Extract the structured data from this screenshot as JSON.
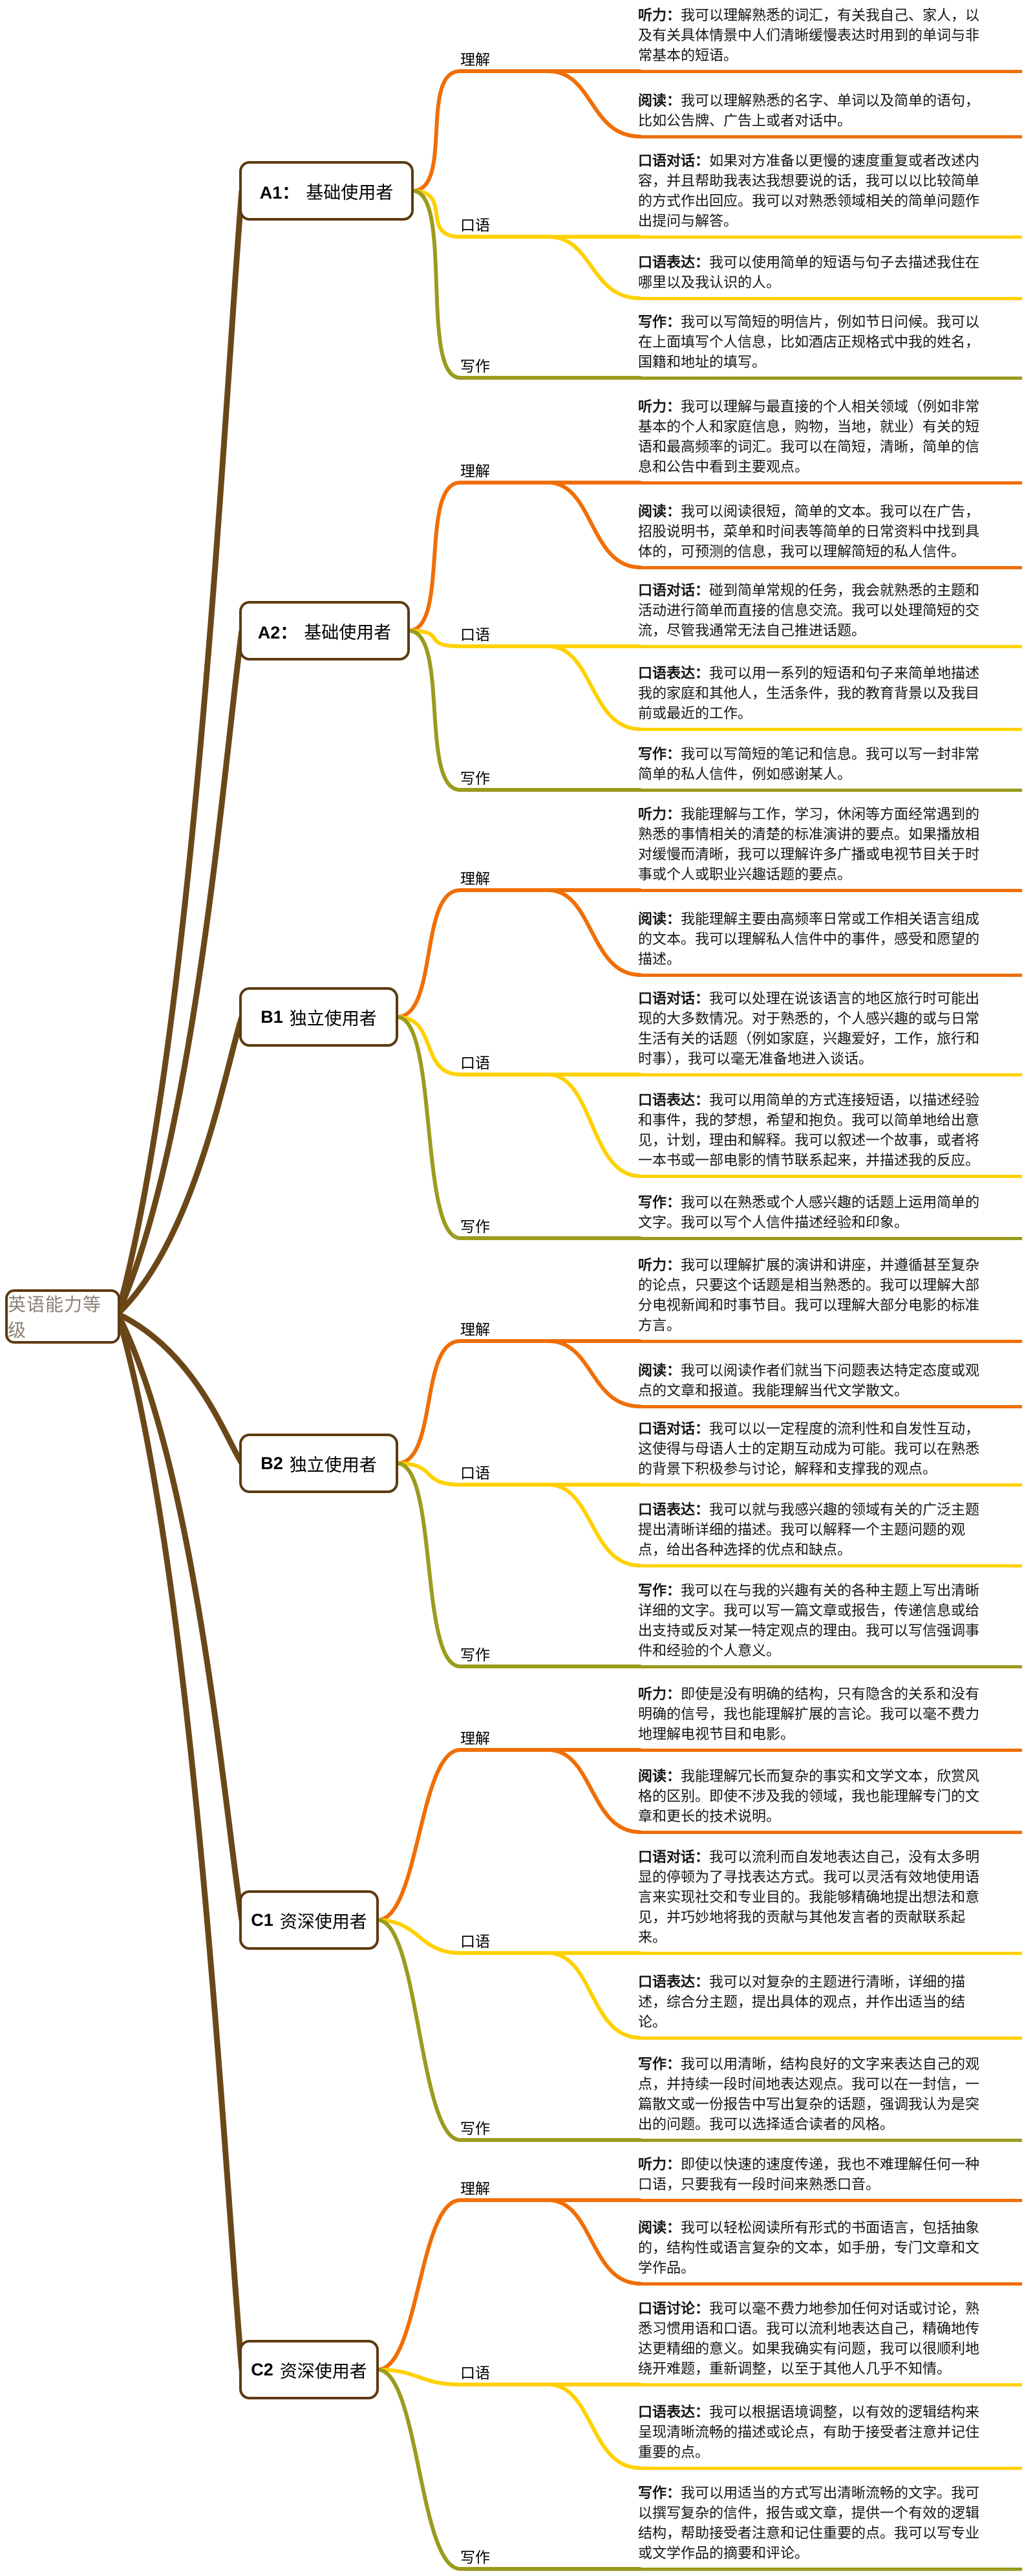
{
  "root": {
    "label": "英语能力等级"
  },
  "branch_labels": {
    "understand": "理解",
    "speak": "口语",
    "write": "写作"
  },
  "colors": {
    "orange": "#F06E05",
    "yellow": "#FFD105",
    "olive": "#9B9B1E",
    "branch_brown": "#6B4718",
    "node_border": "#5C3A11"
  },
  "levels": [
    {
      "id": "a1",
      "code": "A1：",
      "name": "基础使用者",
      "leaves": [
        {
          "label": "听力：",
          "text": "我可以理解熟悉的词汇，有关我自己、家人，以及有关具体情景中人们清晰缓慢表达时用到的单词与非常基本的短语。"
        },
        {
          "label": "阅读：",
          "text": "我可以理解熟悉的名字、单词以及简单的语句，比如公告牌、广告上或者对话中。"
        },
        {
          "label": "口语对话：",
          "text": "如果对方准备以更慢的速度重复或者改述内容，并且帮助我表达我想要说的话，我可以以比较简单的方式作出回应。我可以对熟悉领域相关的简单问题作出提问与解答。"
        },
        {
          "label": "口语表达：",
          "text": "我可以使用简单的短语与句子去描述我住在哪里以及我认识的人。"
        },
        {
          "label": "写作：",
          "text": "我可以写简短的明信片，例如节日问候。我可以在上面填写个人信息，比如酒店正规格式中我的姓名，国籍和地址的填写。"
        }
      ]
    },
    {
      "id": "a2",
      "code": "A2：",
      "name": "基础使用者",
      "leaves": [
        {
          "label": "听力：",
          "text": "我可以理解与最直接的个人相关领域（例如非常基本的个人和家庭信息，购物，当地，就业）有关的短语和最高频率的词汇。我可以在简短，清晰，简单的信息和公告中看到主要观点。"
        },
        {
          "label": "阅读：",
          "text": "我可以阅读很短，简单的文本。我可以在广告，招股说明书，菜单和时间表等简单的日常资料中找到具体的，可预测的信息，我可以理解简短的私人信件。"
        },
        {
          "label": "口语对话：",
          "text": "碰到简单常规的任务，我会就熟悉的主题和活动进行简单而直接的信息交流。我可以处理简短的交流，尽管我通常无法自己推进话题。"
        },
        {
          "label": "口语表达：",
          "text": "我可以用一系列的短语和句子来简单地描述我的家庭和其他人，生活条件，我的教育背景以及我目前或最近的工作。"
        },
        {
          "label": "写作：",
          "text": "我可以写简短的笔记和信息。我可以写一封非常简单的私人信件，例如感谢某人。"
        }
      ]
    },
    {
      "id": "b1",
      "code": "B1",
      "name": "独立使用者",
      "leaves": [
        {
          "label": "听力：",
          "text": "我能理解与工作，学习，休闲等方面经常遇到的熟悉的事情相关的清楚的标准演讲的要点。如果播放相对缓慢而清晰，我可以理解许多广播或电视节目关于时事或个人或职业兴趣话题的要点。"
        },
        {
          "label": "阅读：",
          "text": "我能理解主要由高频率日常或工作相关语言组成的文本。我可以理解私人信件中的事件，感受和愿望的描述。"
        },
        {
          "label": "口语对话：",
          "text": "我可以处理在说该语言的地区旅行时可能出现的大多数情况。对于熟悉的，个人感兴趣的或与日常生活有关的话题（例如家庭，兴趣爱好，工作，旅行和时事），我可以毫无准备地进入谈话。"
        },
        {
          "label": "口语表达：",
          "text": "我可以用简单的方式连接短语，以描述经验和事件，我的梦想，希望和抱负。我可以简单地给出意见，计划，理由和解释。我可以叙述一个故事，或者将一本书或一部电影的情节联系起来，并描述我的反应。"
        },
        {
          "label": "写作：",
          "text": "我可以在熟悉或个人感兴趣的话题上运用简单的文字。我可以写个人信件描述经验和印象。"
        }
      ]
    },
    {
      "id": "b2",
      "code": "B2",
      "name": "独立使用者",
      "leaves": [
        {
          "label": "听力：",
          "text": "我可以理解扩展的演讲和讲座，并遵循甚至复杂的论点，只要这个话题是相当熟悉的。我可以理解大部分电视新闻和时事节目。我可以理解大部分电影的标准方言。"
        },
        {
          "label": "阅读：",
          "text": "我可以阅读作者们就当下问题表达特定态度或观点的文章和报道。我能理解当代文学散文。"
        },
        {
          "label": "口语对话：",
          "text": "我可以以一定程度的流利性和自发性互动，这使得与母语人士的定期互动成为可能。我可以在熟悉的背景下积极参与讨论，解释和支撑我的观点。"
        },
        {
          "label": "口语表达：",
          "text": "我可以就与我感兴趣的领域有关的广泛主题提出清晰详细的描述。我可以解释一个主题问题的观点，给出各种选择的优点和缺点。"
        },
        {
          "label": "写作：",
          "text": "我可以在与我的兴趣有关的各种主题上写出清晰详细的文字。我可以写一篇文章或报告，传递信息或给出支持或反对某一特定观点的理由。我可以写信强调事件和经验的个人意义。"
        }
      ]
    },
    {
      "id": "c1",
      "code": "C1",
      "name": "资深使用者",
      "leaves": [
        {
          "label": "听力：",
          "text": "即使是没有明确的结构，只有隐含的关系和没有明确的信号，我也能理解扩展的言论。我可以毫不费力地理解电视节目和电影。"
        },
        {
          "label": "阅读：",
          "text": "我能理解冗长而复杂的事实和文学文本，欣赏风格的区别。即使不涉及我的领域，我也能理解专门的文章和更长的技术说明。"
        },
        {
          "label": "口语对话：",
          "text": "我可以流利而自发地表达自己，没有太多明显的停顿为了寻找表达方式。我可以灵活有效地使用语言来实现社交和专业目的。我能够精确地提出想法和意见，并巧妙地将我的贡献与其他发言者的贡献联系起来。"
        },
        {
          "label": "口语表达：",
          "text": "我可以对复杂的主题进行清晰，详细的描述，综合分主题，提出具体的观点，并作出适当的结论。"
        },
        {
          "label": "写作：",
          "text": "我可以用清晰，结构良好的文字来表达自己的观点，并持续一段时间地表达观点。我可以在一封信，一篇散文或一份报告中写出复杂的话题，强调我认为是突出的问题。我可以选择适合读者的风格。"
        }
      ]
    },
    {
      "id": "c2",
      "code": "C2",
      "name": "资深使用者",
      "leaves": [
        {
          "label": "听力：",
          "text": "即使以快速的速度传递，我也不难理解任何一种口语，只要我有一段时间来熟悉口音。"
        },
        {
          "label": "阅读：",
          "text": "我可以轻松阅读所有形式的书面语言，包括抽象的，结构性或语言复杂的文本，如手册，专门文章和文学作品。"
        },
        {
          "label": "口语讨论：",
          "text": "我可以毫不费力地参加任何对话或讨论，熟悉习惯用语和口语。我可以流利地表达自己，精确地传达更精细的意义。如果我确实有问题，我可以很顺利地绕开难题，重新调整，以至于其他人几乎不知情。"
        },
        {
          "label": "口语表达：",
          "text": "我可以根据语境调整，以有效的逻辑结构来呈现清晰流畅的描述或论点，有助于接受者注意并记住重要的点。"
        },
        {
          "label": "写作：",
          "text": "我可以用适当的方式写出清晰流畅的文字。我可以撰写复杂的信件，报告或文章，提供一个有效的逻辑结构，帮助接受者注意和记住重要的点。我可以写专业或文学作品的摘要和评论。"
        }
      ]
    }
  ]
}
